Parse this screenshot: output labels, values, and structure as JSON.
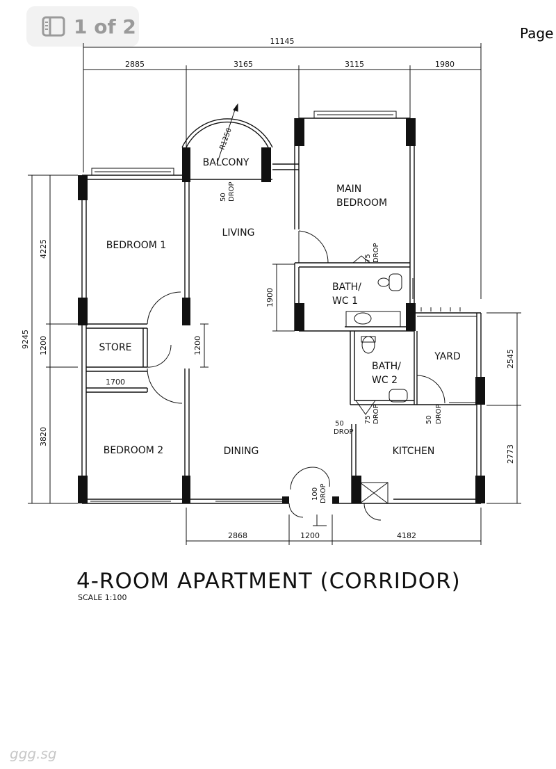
{
  "pager": {
    "text": "1 of 2",
    "icon": "sidebar-icon"
  },
  "page_label": "Page",
  "plan": {
    "title": "4-ROOM APARTMENT (CORRIDOR)",
    "scale": "SCALE 1:100",
    "rooms": {
      "balcony": "BALCONY",
      "main_bedroom_1": "MAIN",
      "main_bedroom_2": "BEDROOM",
      "living": "LIVING",
      "bedroom1": "BEDROOM 1",
      "bath1_line1": "BATH/",
      "bath1_line2": "WC 1",
      "store": "STORE",
      "bath2_line1": "BATH/",
      "bath2_line2": "WC 2",
      "yard": "YARD",
      "bedroom2": "BEDROOM 2",
      "dining": "DINING",
      "kitchen": "KITCHEN"
    },
    "dims": {
      "overall_width": "11145",
      "seg1": "2885",
      "seg2": "3165",
      "seg3": "3115",
      "seg4": "1980",
      "left_total": "9245",
      "left_upper": "4225",
      "left_mid": "1200",
      "left_lower": "3820",
      "inner_1900": "1900",
      "inner_1200": "1200",
      "inner_1700": "1700",
      "right_upper": "2545",
      "right_lower": "2773",
      "bottom1": "2868",
      "bottom2": "1200",
      "bottom3": "4182",
      "radius": "R1250"
    },
    "drops": {
      "d50_balcony_num": "50",
      "d50_balcony_txt": "DROP",
      "d75_bath1_num": "75",
      "d75_bath1_txt": "DROP",
      "d75_bath2_num": "75",
      "d75_bath2_txt": "DROP",
      "d50_yard_num": "50",
      "d50_yard_txt": "DROP",
      "d50_kitchen_num": "50",
      "d50_kitchen_txt": "DROP",
      "d100_entry_num": "100",
      "d100_entry_txt": "DROP"
    }
  },
  "watermark": "ggg.sg"
}
